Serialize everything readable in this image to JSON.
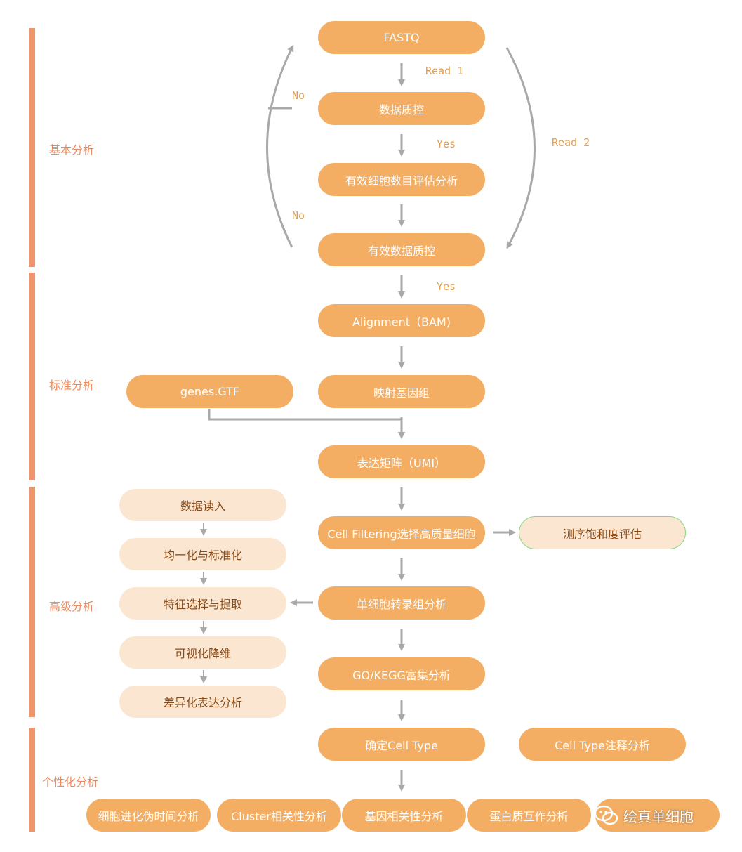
{
  "sections": [
    "基本分析",
    "标准分析",
    "高级分析",
    "个性化分析"
  ],
  "nodes": {
    "fastq": "FASTQ",
    "qc": "数据质控",
    "cell_count": "有效细胞数目评估分析",
    "valid_qc": "有效数据质控",
    "alignment": "Alignment（BAM)",
    "genome": "映射基因组",
    "gtf": "genes.GTF",
    "umi": "表达矩阵（UMI）",
    "filtering": "Cell Filtering选择高质量细胞",
    "saturation": "测序饱和度评估",
    "transcriptome": "单细胞转录组分析",
    "enrichment": "GO/KEGG富集分析",
    "cell_type": "确定Cell Type",
    "annotation": "Cell Type注释分析"
  },
  "side_steps": [
    "数据读入",
    "均一化与标准化",
    "特征选择与提取",
    "可视化降维",
    "差异化表达分析"
  ],
  "personalized": [
    "细胞进化伪时间分析",
    "Cluster相关性分析",
    "基因相关性分析",
    "蛋白质互作分析"
  ],
  "labels": {
    "read1": "Read 1",
    "read2": "Read 2",
    "yes1": "Yes",
    "yes2": "Yes",
    "no1": "No",
    "no2": "No"
  },
  "watermark": {
    "text": "绘真单细胞",
    "icon": "wechat-icon"
  },
  "colors": {
    "node": "#f3ae63",
    "light_node": "#fbe6d2",
    "section": "#f0956a",
    "arrow": "#a9a9a9",
    "label": "#e3a04e"
  }
}
